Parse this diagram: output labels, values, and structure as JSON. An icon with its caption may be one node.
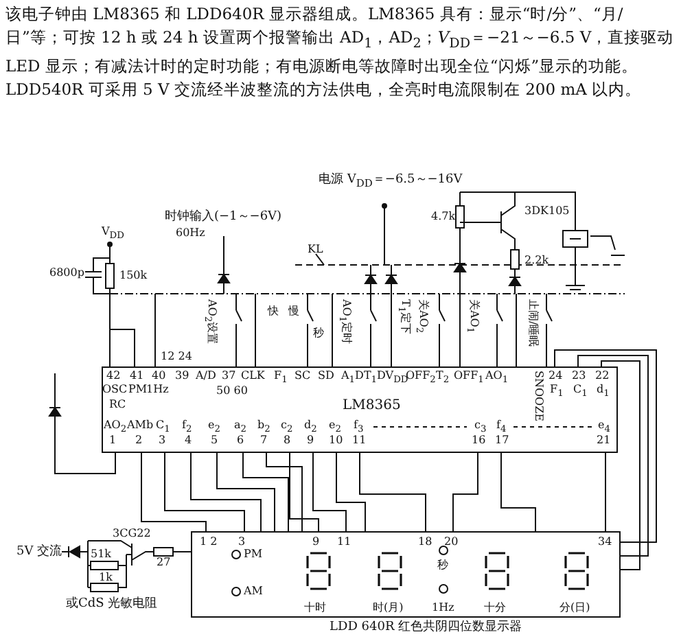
{
  "diagram": {
    "caption": "该电子钟由 LM8365 和 LDD640R 显示器组成。LM8365 具有：显示“时/分”、“月/日”等；可按 12 h 或 24 h 设置两个报警输出 AD$_{1}$，AD$_{2}$；*V*$_{DD}$＝−21～−6.5 V，直接驱动 LED 显示；有减法计时的定时功能；有电源断电等故障时出现全位“闪烁”显示的功能。LDD540R 可采用 5 V 交流经半波整流的方法供电，全亮时电流限制在 200 mA 以内。",
    "nodes": [
      {
        "text": [
          "LM8365",
          "42",
          "41",
          "40",
          "39",
          "A/D",
          "37",
          "CLK",
          "F$_{1}$",
          "SC",
          "SD",
          "A$_{1}$DT$_{1}$DV$_{DD}$",
          "OFF$_{2}$",
          "T$_{2}$",
          "OFF$_{1}$",
          "AO$_{1}$",
          "SNOOZE",
          "24",
          "23",
          "22",
          "OSC",
          "PM",
          "1Hz",
          "50 60",
          "RC",
          "F$_{1}$",
          "C$_{1}$",
          "d$_{1}$",
          "AO$_{2}$",
          "AMb",
          "C$_{1}$",
          "f$_{2}$",
          "e$_{2}$",
          "a$_{2}$",
          "b$_{2}$",
          "c$_{2}$",
          "d$_{2}$",
          "e$_{2}$",
          "f$_{3}$",
          "c$_{3}$",
          "f$_{4}$",
          "e$_{4}$",
          "1",
          "2",
          "3",
          "4",
          "5",
          "6",
          "7",
          "8",
          "9",
          "10",
          "11",
          "16",
          "17",
          "21"
        ]
      },
      {
        "text": [
          "1 2",
          "3",
          "9",
          "11",
          "18",
          "20",
          "34",
          "PM",
          "AM",
          "十时",
          "时(月)",
          "秒",
          "1Hz",
          "十分",
          "分(日)"
        ],
        "beside": [
          "LDD 640R 红色共阴四位数显示器"
        ]
      }
    ],
    "edges": [
      {
        "from": 0,
        "to": 1,
        "arrow": "none"
      },
      {
        "from": 0,
        "to": 1,
        "arrow": "none"
      },
      {
        "from": 0,
        "to": 1,
        "arrow": "none"
      },
      {
        "from": 0,
        "to": 1,
        "arrow": "none"
      },
      {
        "from": 0,
        "to": 1,
        "arrow": "none"
      },
      {
        "from": 0,
        "to": 1,
        "arrow": "none"
      },
      {
        "from": 0,
        "to": 1,
        "arrow": "none"
      },
      {
        "from": 0,
        "to": 1,
        "arrow": "none"
      },
      {
        "from": 0,
        "to": 1,
        "arrow": "none"
      },
      {
        "from": 0,
        "to": 1,
        "arrow": "none"
      },
      {
        "from": 0,
        "to": 1,
        "arrow": "none"
      },
      {
        "from": 0,
        "to": 1,
        "arrow": "none"
      },
      {
        "from": 0,
        "to": 1,
        "arrow": "none"
      },
      {
        "from": 0,
        "to": 1,
        "arrow": "none"
      },
      {
        "from": 0,
        "to": 1,
        "arrow": "none"
      },
      {
        "from": 0,
        "to": 1,
        "arrow": "none"
      }
    ],
    "labels": [
      "V$_{DD}$",
      "6800p",
      "150k",
      "时钟输入(−1～−6V)",
      "60Hz",
      "KL",
      "电源 V$_{DD}$＝−6.5～−16V",
      "4.7k",
      "3DK105",
      "2.2k",
      "12 24",
      "AO$_{2}$设置",
      "快",
      "慢",
      "秒",
      "AO$_{1}$定时",
      "T$_{1}$定下",
      "关AO$_{2}$",
      "关AO$_{1}$",
      "止闹/睡眠",
      "3CG22",
      "5V 交流",
      "51k",
      "1k",
      "27",
      "或CdS 光敏电阻"
    ]
  }
}
